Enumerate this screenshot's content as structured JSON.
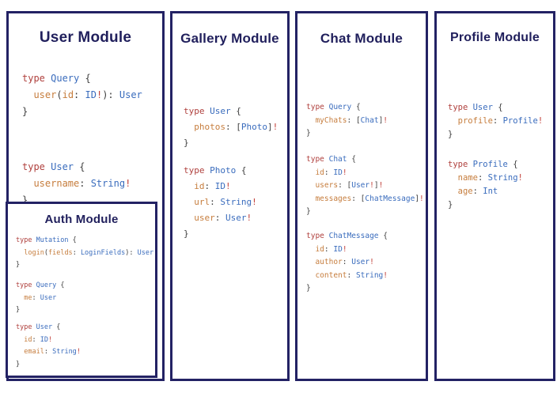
{
  "colors": {
    "border": "#232264",
    "title": "#201f5c",
    "keyword": "#b0413e",
    "type": "#3a6cbd",
    "field": "#c67d3d",
    "punct": "#3f3f3f",
    "bang": "#c2403a"
  },
  "modules": [
    {
      "title": "User Module",
      "blocks": [
        {
          "lines": [
            [
              [
                "k",
                "type "
              ],
              [
                "t",
                "Query "
              ],
              [
                "p",
                "{"
              ]
            ],
            [
              [
                "p",
                "  "
              ],
              [
                "f",
                "user"
              ],
              [
                "p",
                "("
              ],
              [
                "f",
                "id"
              ],
              [
                "p",
                ": "
              ],
              [
                "t",
                "ID"
              ],
              [
                "b",
                "!"
              ],
              [
                "p",
                "): "
              ],
              [
                "t",
                "User"
              ]
            ],
            [
              [
                "p",
                "}"
              ]
            ]
          ]
        },
        {
          "lines": [
            [
              [
                "k",
                "type "
              ],
              [
                "t",
                "User "
              ],
              [
                "p",
                "{"
              ]
            ],
            [
              [
                "p",
                "  "
              ],
              [
                "f",
                "username"
              ],
              [
                "p",
                ": "
              ],
              [
                "t",
                "String"
              ],
              [
                "b",
                "!"
              ]
            ],
            [
              [
                "p",
                "}"
              ]
            ]
          ]
        }
      ],
      "submodule": {
        "title": "Auth Module",
        "blocks": [
          {
            "lines": [
              [
                [
                  "k",
                  "type "
                ],
                [
                  "t",
                  "Mutation "
                ],
                [
                  "p",
                  "{"
                ]
              ],
              [
                [
                  "p",
                  "  "
                ],
                [
                  "f",
                  "login"
                ],
                [
                  "p",
                  "("
                ],
                [
                  "f",
                  "fields"
                ],
                [
                  "p",
                  ": "
                ],
                [
                  "t",
                  "LoginFields"
                ],
                [
                  "p",
                  "): "
                ],
                [
                  "t",
                  "User"
                ]
              ],
              [
                [
                  "p",
                  "}"
                ]
              ]
            ]
          },
          {
            "lines": [
              [
                [
                  "k",
                  "type "
                ],
                [
                  "t",
                  "Query "
                ],
                [
                  "p",
                  "{"
                ]
              ],
              [
                [
                  "p",
                  "  "
                ],
                [
                  "f",
                  "me"
                ],
                [
                  "p",
                  ": "
                ],
                [
                  "t",
                  "User"
                ]
              ],
              [
                [
                  "p",
                  "}"
                ]
              ]
            ]
          },
          {
            "lines": [
              [
                [
                  "k",
                  "type "
                ],
                [
                  "t",
                  "User "
                ],
                [
                  "p",
                  "{"
                ]
              ],
              [
                [
                  "p",
                  "  "
                ],
                [
                  "f",
                  "id"
                ],
                [
                  "p",
                  ": "
                ],
                [
                  "t",
                  "ID"
                ],
                [
                  "b",
                  "!"
                ]
              ],
              [
                [
                  "p",
                  "  "
                ],
                [
                  "f",
                  "email"
                ],
                [
                  "p",
                  ": "
                ],
                [
                  "t",
                  "String"
                ],
                [
                  "b",
                  "!"
                ]
              ],
              [
                [
                  "p",
                  "}"
                ]
              ]
            ]
          }
        ]
      }
    },
    {
      "title": "Gallery Module",
      "blocks": [
        {
          "lines": [
            [
              [
                "k",
                "type "
              ],
              [
                "t",
                "User "
              ],
              [
                "p",
                "{"
              ]
            ],
            [
              [
                "p",
                "  "
              ],
              [
                "f",
                "photos"
              ],
              [
                "p",
                ": ["
              ],
              [
                "t",
                "Photo"
              ],
              [
                "p",
                "]"
              ],
              [
                "b",
                "!"
              ]
            ],
            [
              [
                "p",
                "}"
              ]
            ]
          ]
        },
        {
          "lines": [
            [
              [
                "k",
                "type "
              ],
              [
                "t",
                "Photo "
              ],
              [
                "p",
                "{"
              ]
            ],
            [
              [
                "p",
                "  "
              ],
              [
                "f",
                "id"
              ],
              [
                "p",
                ": "
              ],
              [
                "t",
                "ID"
              ],
              [
                "b",
                "!"
              ]
            ],
            [
              [
                "p",
                "  "
              ],
              [
                "f",
                "url"
              ],
              [
                "p",
                ": "
              ],
              [
                "t",
                "String"
              ],
              [
                "b",
                "!"
              ]
            ],
            [
              [
                "p",
                "  "
              ],
              [
                "f",
                "user"
              ],
              [
                "p",
                ": "
              ],
              [
                "t",
                "User"
              ],
              [
                "b",
                "!"
              ]
            ],
            [
              [
                "p",
                "}"
              ]
            ]
          ]
        }
      ]
    },
    {
      "title": "Chat Module",
      "blocks": [
        {
          "lines": [
            [
              [
                "k",
                "type "
              ],
              [
                "t",
                "Query "
              ],
              [
                "p",
                "{"
              ]
            ],
            [
              [
                "p",
                "  "
              ],
              [
                "f",
                "myChats"
              ],
              [
                "p",
                ": ["
              ],
              [
                "t",
                "Chat"
              ],
              [
                "p",
                "]"
              ],
              [
                "b",
                "!"
              ]
            ],
            [
              [
                "p",
                "}"
              ]
            ]
          ]
        },
        {
          "lines": [
            [
              [
                "k",
                "type "
              ],
              [
                "t",
                "Chat "
              ],
              [
                "p",
                "{"
              ]
            ],
            [
              [
                "p",
                "  "
              ],
              [
                "f",
                "id"
              ],
              [
                "p",
                ": "
              ],
              [
                "t",
                "ID"
              ],
              [
                "b",
                "!"
              ]
            ],
            [
              [
                "p",
                "  "
              ],
              [
                "f",
                "users"
              ],
              [
                "p",
                ": ["
              ],
              [
                "t",
                "User"
              ],
              [
                "b",
                "!"
              ],
              [
                "p",
                "]"
              ],
              [
                "b",
                "!"
              ]
            ],
            [
              [
                "p",
                "  "
              ],
              [
                "f",
                "messages"
              ],
              [
                "p",
                ": ["
              ],
              [
                "t",
                "ChatMessage"
              ],
              [
                "p",
                "]"
              ],
              [
                "b",
                "!"
              ]
            ],
            [
              [
                "p",
                "}"
              ]
            ]
          ]
        },
        {
          "lines": [
            [
              [
                "k",
                "type "
              ],
              [
                "t",
                "ChatMessage "
              ],
              [
                "p",
                "{"
              ]
            ],
            [
              [
                "p",
                "  "
              ],
              [
                "f",
                "id"
              ],
              [
                "p",
                ": "
              ],
              [
                "t",
                "ID"
              ],
              [
                "b",
                "!"
              ]
            ],
            [
              [
                "p",
                "  "
              ],
              [
                "f",
                "author"
              ],
              [
                "p",
                ": "
              ],
              [
                "t",
                "User"
              ],
              [
                "b",
                "!"
              ]
            ],
            [
              [
                "p",
                "  "
              ],
              [
                "f",
                "content"
              ],
              [
                "p",
                ": "
              ],
              [
                "t",
                "String"
              ],
              [
                "b",
                "!"
              ]
            ],
            [
              [
                "p",
                "}"
              ]
            ]
          ]
        }
      ]
    },
    {
      "title": "Profile Module",
      "blocks": [
        {
          "lines": [
            [
              [
                "k",
                "type "
              ],
              [
                "t",
                "User "
              ],
              [
                "p",
                "{"
              ]
            ],
            [
              [
                "p",
                "  "
              ],
              [
                "f",
                "profile"
              ],
              [
                "p",
                ": "
              ],
              [
                "t",
                "Profile"
              ],
              [
                "b",
                "!"
              ]
            ],
            [
              [
                "p",
                "}"
              ]
            ]
          ]
        },
        {
          "lines": [
            [
              [
                "k",
                "type "
              ],
              [
                "t",
                "Profile "
              ],
              [
                "p",
                "{"
              ]
            ],
            [
              [
                "p",
                "  "
              ],
              [
                "f",
                "name"
              ],
              [
                "p",
                ": "
              ],
              [
                "t",
                "String"
              ],
              [
                "b",
                "!"
              ]
            ],
            [
              [
                "p",
                "  "
              ],
              [
                "f",
                "age"
              ],
              [
                "p",
                ": "
              ],
              [
                "t",
                "Int"
              ]
            ],
            [
              [
                "p",
                "}"
              ]
            ]
          ]
        }
      ]
    }
  ]
}
